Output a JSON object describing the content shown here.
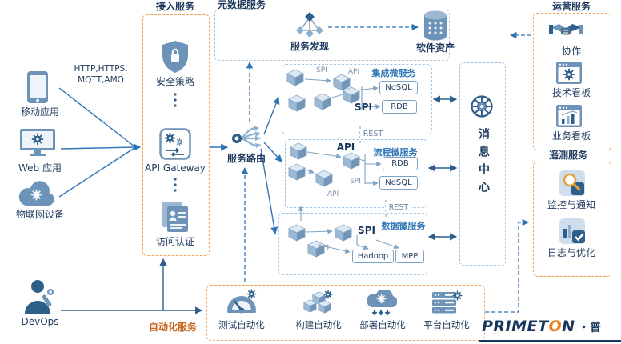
{
  "clients": {
    "protocols": [
      "HTTP,HTTPS,",
      "MQTT,AMQ"
    ],
    "items": [
      {
        "label": "移动应用"
      },
      {
        "label": "Web 应用"
      },
      {
        "label": "物联网设备"
      }
    ],
    "devops": "DevOps"
  },
  "access": {
    "title": "接入服务",
    "security": "安全策略",
    "gateway": "API Gateway",
    "auth": "访问认证"
  },
  "metadata": {
    "title": "元数据服务",
    "discovery": "服务发现",
    "assets": "软件资产"
  },
  "routing": {
    "label": "服务路由"
  },
  "microservices": [
    {
      "title": "集成微服务",
      "bus": "SPI",
      "small_tags": [
        "SPI",
        "API"
      ],
      "stores": [
        "NoSQL",
        "RDB"
      ],
      "rest": "REST"
    },
    {
      "title": "流程微服务",
      "bus": "API",
      "small_tags": [
        "SPI",
        "API"
      ],
      "stores": [
        "RDB",
        "NoSQL"
      ],
      "rest": "REST"
    },
    {
      "title": "数据微服务",
      "bus": "SPI",
      "small_tags": [
        "API"
      ],
      "stores": [
        "Hadoop",
        "MPP"
      ]
    }
  ],
  "message_center": {
    "title": "消息中心"
  },
  "operations": {
    "title": "运营服务",
    "items": [
      "协作",
      "技术看板",
      "业务看板"
    ]
  },
  "telemetry": {
    "title": "遥测服务",
    "items": [
      "监控与通知",
      "日志与优化"
    ]
  },
  "automation": {
    "title": "自动化服务",
    "items": [
      "测试自动化",
      "构建自动化",
      "部署自动化",
      "平台自动化"
    ]
  },
  "logo": {
    "p1": "PRIMET",
    "o": "O",
    "p2": "N",
    "suffix": "・普"
  }
}
